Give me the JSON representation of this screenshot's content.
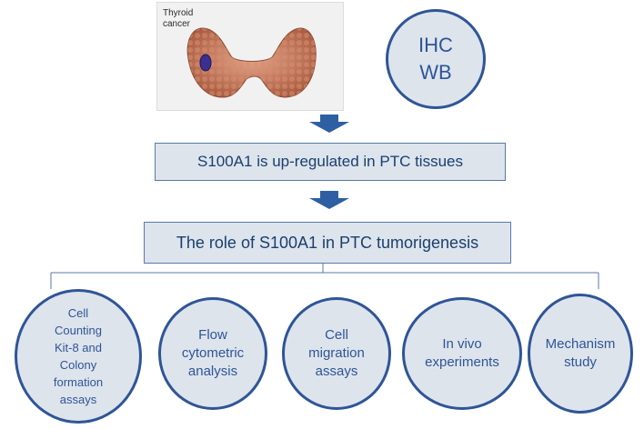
{
  "thyroid_label": [
    "Thyroid",
    "cancer"
  ],
  "methods_circle": [
    "IHC",
    "WB"
  ],
  "finding_box": "S100A1 is up-regulated in PTC tissues",
  "role_box": "The role of S100A1 in PTC tumorigenesis",
  "assays": [
    {
      "lines": [
        "Cell",
        "Counting",
        "Kit-8 and",
        "Colony",
        "formation",
        "assays"
      ]
    },
    {
      "lines": [
        "Flow",
        "cytometric",
        "analysis"
      ]
    },
    {
      "lines": [
        "Cell",
        "migration",
        "assays"
      ]
    },
    {
      "lines": [
        "In vivo",
        "experiments"
      ]
    },
    {
      "lines": [
        "Mechanism",
        "study"
      ]
    }
  ],
  "colors": {
    "accent": "#2f5597",
    "fill": "#dde4ec",
    "arrow": "#2e5fa3",
    "thyroid": "#c97b5c",
    "nodule": "#3b2f8f"
  }
}
